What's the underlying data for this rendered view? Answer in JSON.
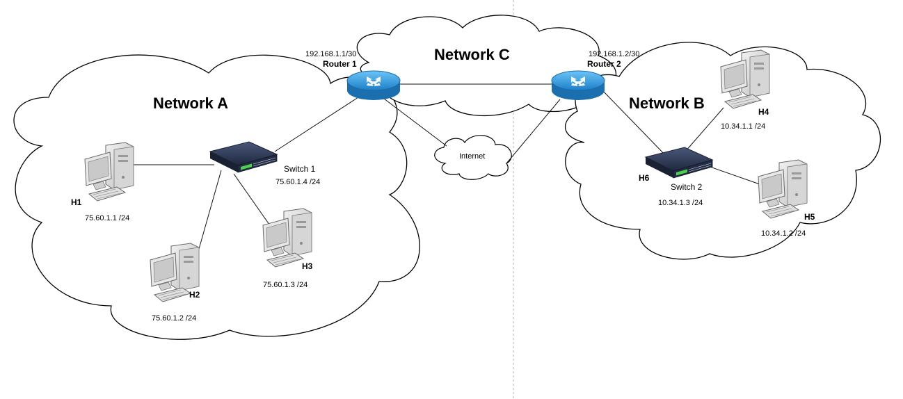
{
  "networks": {
    "a": "Network A",
    "b": "Network B",
    "c": "Network C",
    "internet": "Internet"
  },
  "routers": {
    "r1": {
      "name": "Router 1",
      "ip": "192.168.1.1/30"
    },
    "r2": {
      "name": "Router 2",
      "ip": "192.168.1.2/30"
    }
  },
  "switches": {
    "s1": {
      "name": "Switch 1",
      "ip": "75.60.1.4 /24"
    },
    "s2": {
      "name": "Switch 2",
      "ip": "10.34.1.3 /24"
    }
  },
  "hosts": {
    "h1": {
      "name": "H1",
      "ip": "75.60.1.1 /24"
    },
    "h2": {
      "name": "H2",
      "ip": "75.60.1.2 /24"
    },
    "h3": {
      "name": "H3",
      "ip": "75.60.1.3 /24"
    },
    "h4": {
      "name": "H4",
      "ip": "10.34.1.1 /24"
    },
    "h5": {
      "name": "H5",
      "ip": "10.34.1.2 /24"
    },
    "h6": {
      "name": "H6"
    }
  },
  "colors": {
    "router": "#2f9ae0",
    "switch": "#2a3550",
    "switch_ports": "#4cd14c",
    "line": "#111111",
    "divider": "#b0b0b0"
  },
  "icons": {
    "router": "router-icon",
    "switch": "switch-icon",
    "computer": "computer-icon",
    "cloud": "cloud-icon"
  }
}
